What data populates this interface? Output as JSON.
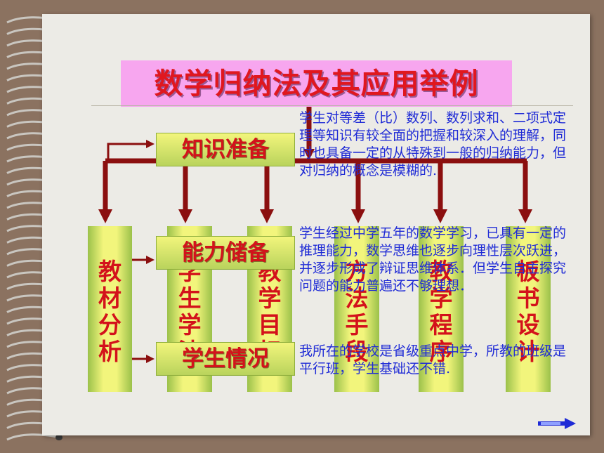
{
  "title": "数学归纳法及其应用举例",
  "boxes": {
    "knowledge": "知识准备",
    "ability": "能力储备",
    "student": "学生情况"
  },
  "columns": {
    "textbook": [
      "教",
      "材",
      "分",
      "析"
    ],
    "col2": [
      "学",
      "生",
      "学",
      "法"
    ],
    "col3": [
      "教",
      "学",
      "目",
      "标"
    ],
    "col4": [
      "方",
      "法",
      "手",
      "段"
    ],
    "col5": [
      "教",
      "学",
      "程",
      "序"
    ],
    "col6": [
      "板",
      "书",
      "设",
      "计"
    ]
  },
  "paragraphs": {
    "p1": "学生对等差（比）数列、数列求和、二项式定理等知识有较全面的把握和较深入的理解，同时也具备一定的从特殊到一般的归纳能力，但对归纳的概念是模糊的.",
    "p2": "学生经过中学五年的数学学习，已具有一定的推理能力，数学思维也逐步向理性层次跃进，并逐步形成了辩证思维体系．但学生自主探究问题的能力普遍还不够理想．",
    "p3": "我所在的学校是省级重点中学，所教的班级是平行班，学生基础还不错."
  },
  "colors": {
    "arrow": "#8b0f0f",
    "titleBg": "#f7a6ef",
    "titleText": "#e0171f",
    "bodyText": "#1f2bd6"
  },
  "icons": {
    "nav": "next-arrow-icon",
    "binding": "spiral-binding-icon"
  }
}
